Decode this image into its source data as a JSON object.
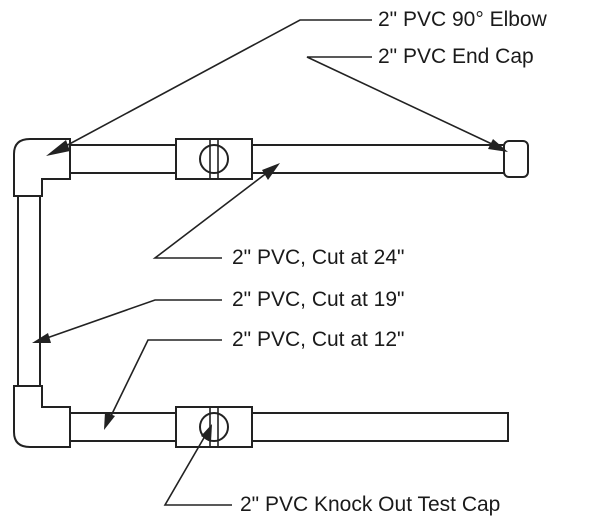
{
  "labels": {
    "elbow": "2\" PVC 90° Elbow",
    "end_cap": "2\" PVC End Cap",
    "cut_24": "2\" PVC, Cut at 24\"",
    "cut_19": "2\" PVC, Cut at 19\"",
    "cut_12": "2\" PVC, Cut at 12\"",
    "test_cap": "2\" PVC Knock Out Test Cap"
  },
  "colors": {
    "line": "#222222",
    "fill": "#ffffff",
    "text": "#1a1a1a"
  }
}
